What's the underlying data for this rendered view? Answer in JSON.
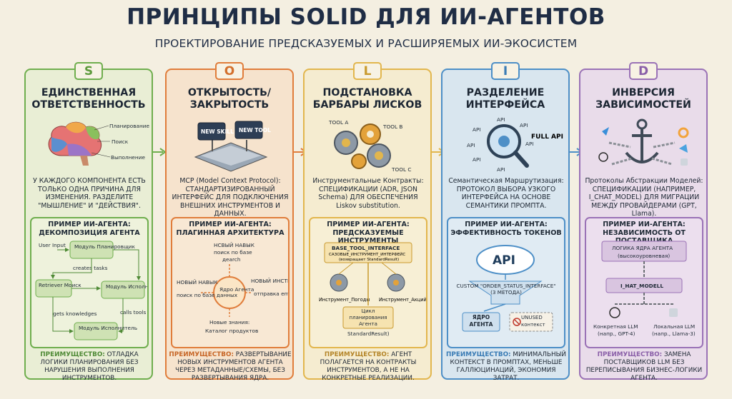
{
  "title": "ПРИНЦИПЫ SOLID ДЛЯ ИИ-АГЕНТОВ",
  "subtitle": "ПРОЕКТИРОВАНИЕ ПРЕДСКАЗУЕМЫХ И РАСШИРЯЕМЫХ ИИ-ЭКОСИСТЕМ",
  "columns": [
    {
      "letter": "S",
      "heading": "ЕДИНСТВЕННАЯ ОТВЕТСТВЕННОСТЬ",
      "illustration_labels": [
        "Планирование",
        "Поиск",
        "Выполнение"
      ],
      "description": "У КАЖДОГО КОМПОНЕНТА ЕСТЬ ТОЛЬКО ОДНА ПРИЧИНА ДЛЯ ИЗМЕНЕНИЯ. РАЗДЕЛИТЕ \"МЫШЛЕНИЕ\" И \"ДЕЙСТВИЯ\".",
      "example_title": "ПРИМЕР ИИ-АГЕНТА: ДЕКОМПОЗИЦИЯ АГЕНТА",
      "example_labels": [
        "User Input",
        "Модуль Планировщик",
        "creates tasks",
        "Retriever Моиск",
        "Модуль Исполнитель",
        "gets knowledges",
        "calls tools",
        "Модуль Исполнитель"
      ],
      "benefit_label": "ПРЕИМУЩЕСТВО:",
      "benefit_text": "ОТЛАДКА ЛОГИКИ ПЛАНИРОВАНИЯ БЕЗ НАРУШЕНИЯ ВЫПОЛНЕНИЯ ИНСТРУМЕНТОВ.",
      "color": "#6fae4e",
      "fill": "#e7eed2",
      "badge_text_color": "#5d9a3c"
    },
    {
      "letter": "O",
      "heading": "ОТКРЫТОСТЬ/ ЗАКРЫТОСТЬ",
      "illustration_labels": [
        "NEW SKILL",
        "NEW TOOL"
      ],
      "description": "MCP (Model Context Protocol): СТАНДАРТИЗИРОВАННЫЙ ИНТЕРФЕЙС ДЛЯ ПОДКЛЮЧЕНИЯ ВНЕШНИХ ИНСТРУМЕНТОВ И ДАННЫХ.",
      "example_title": "ПРИМЕР ИИ-АГЕНТА: ПЛАГИННАЯ АРХИТЕКТУРА",
      "example_labels": [
        "НСВЫЙ НАВЫК",
        "поиск по базе",
        "дearch",
        "НОВЫЙ НАВЫК",
        "поиск по базе данных",
        "Ядро Агента",
        "НОВЫЙ ИНСТРУМЕНТ",
        "отправка email",
        "Новые знания:",
        "Каталог продуктов"
      ],
      "benefit_label": "ПРЕИМУЩЕСТВО:",
      "benefit_text": "РАЗВЕРТЫВАНИЕ НОВЫХ ИНСТРУМЕНТОВ АГЕНТА ЧЕРЕЗ МЕТАДАННЫЕ/СХЕМЫ, БЕЗ РАЗВЕРТЫВАНИЯ ЯДРА.",
      "color": "#e07d3b",
      "fill": "#f6e2cc",
      "badge_text_color": "#d3702d"
    },
    {
      "letter": "L",
      "heading": "ПОДСТАНОВКА БАРБАРЫ ЛИСКОВ",
      "illustration_labels": [
        "TOOL A",
        "TOOL B",
        "TOOL C"
      ],
      "description": "Инструментальные Контракты: СПЕЦИФИКАЦИИ (ADR, JSON Schema) ДЛЯ ОБЕСПЕЧЕНИЯ Liskov substitution.",
      "example_title": "ПРИМЕР ИИ-АГЕНТА: ПРЕДСКАЗУЕМЫЕ ИНСТРУМЕНТЫ",
      "example_labels": [
        "BASE_TOOL_INTERFACE",
        "САЗОВЫЕ_ИНСТРУМЕНТ_ИНТЕРФЕЙС",
        "(возвращает StandardResult)",
        "Инструмент_Погоды",
        "Инструмент_Акций",
        "Цикл планирования Агента",
        "StandardResult)"
      ],
      "benefit_label": "ПРЕИМУЩЕСТВО:",
      "benefit_text": "АГЕНТ ПОЛАГАЕТСЯ НА КОНТРАКТЫ ИНСТРУМЕНТОВ, А НЕ НА КОНКРЕТНЫЕ РЕАЛИЗАЦИИ.",
      "color": "#e2b64d",
      "fill": "#f5ebcb",
      "badge_text_color": "#c99a2e"
    },
    {
      "letter": "I",
      "heading": "РАЗДЕЛЕНИЕ ИНТЕРФЕЙСА",
      "illustration_labels": [
        "API",
        "API",
        "API",
        "API",
        "API",
        "API",
        "API",
        "FULL API"
      ],
      "description": "Семантическая Маршрутизация: ПРОТОКОЛ ВЫБОРА УЗКОГО ИНТЕРФЕЙСА НА ОСНОВЕ СЕМАНТИКИ ПРОМПТА.",
      "example_title": "ПРИМЕР ИИ-АГЕНТА: ЭФФЕКТИВНОСТЬ ТОКЕНОВ",
      "example_labels": [
        "API",
        "CUSTOM \"ORDER_STATUS_INTERFACE\" (3 МЕТОДА)",
        "ЯДРО АГЕНТА",
        "UNUSED контекст"
      ],
      "benefit_label": "ПРЕИМУЩЕСТВО:",
      "benefit_text": "МИНИМАЛЬНЫЙ КОНТЕКСТ В ПРОМПТАХ, МЕНЬШЕ ГАЛЛЮЦИНАЦИЙ, ЭКОНОМИЯ ЗАТРАТ.",
      "color": "#4d8fc7",
      "fill": "#d8e6f0",
      "badge_text_color": "#3a7cb5"
    },
    {
      "letter": "D",
      "heading": "ИНВЕРСИЯ ЗАВИСИМОСТЕЙ",
      "illustration_labels": [],
      "description": "Протоколы Абстракции Моделей: СПЕЦИФИКАЦИИ (НАПРИМЕР, I_CHAT_MODEL) ДЛЯ МИГРАЦИИ МЕЖДУ ПРОВАЙДЕРАМИ (GPT, Llama).",
      "example_title": "ПРИМЕР ИИ-АГЕНТА: НЕЗАВИСИМОСТЬ ОТ ПОСТАВЩИКА",
      "example_labels": [
        "ЛОГИКА ЯДРА АГЕНТА",
        "(высокоуровневая)",
        "I_HAT_MODELL",
        "Конкретная LLM",
        "(напр., GPT-4)",
        "Локальная LLM",
        "(напр., Llama-3)"
      ],
      "benefit_label": "ПРЕИМУЩЕСТВО:",
      "benefit_text": "ЗАМЕНА ПОСТАВЩИКОВ LLM БЕЗ ПЕРЕПИСЫВАНИЯ БИЗНЕС-ЛОГИКИ АГЕНТА.",
      "color": "#9a72b6",
      "fill": "#e8dcea",
      "badge_text_color": "#8a5fa8"
    }
  ]
}
